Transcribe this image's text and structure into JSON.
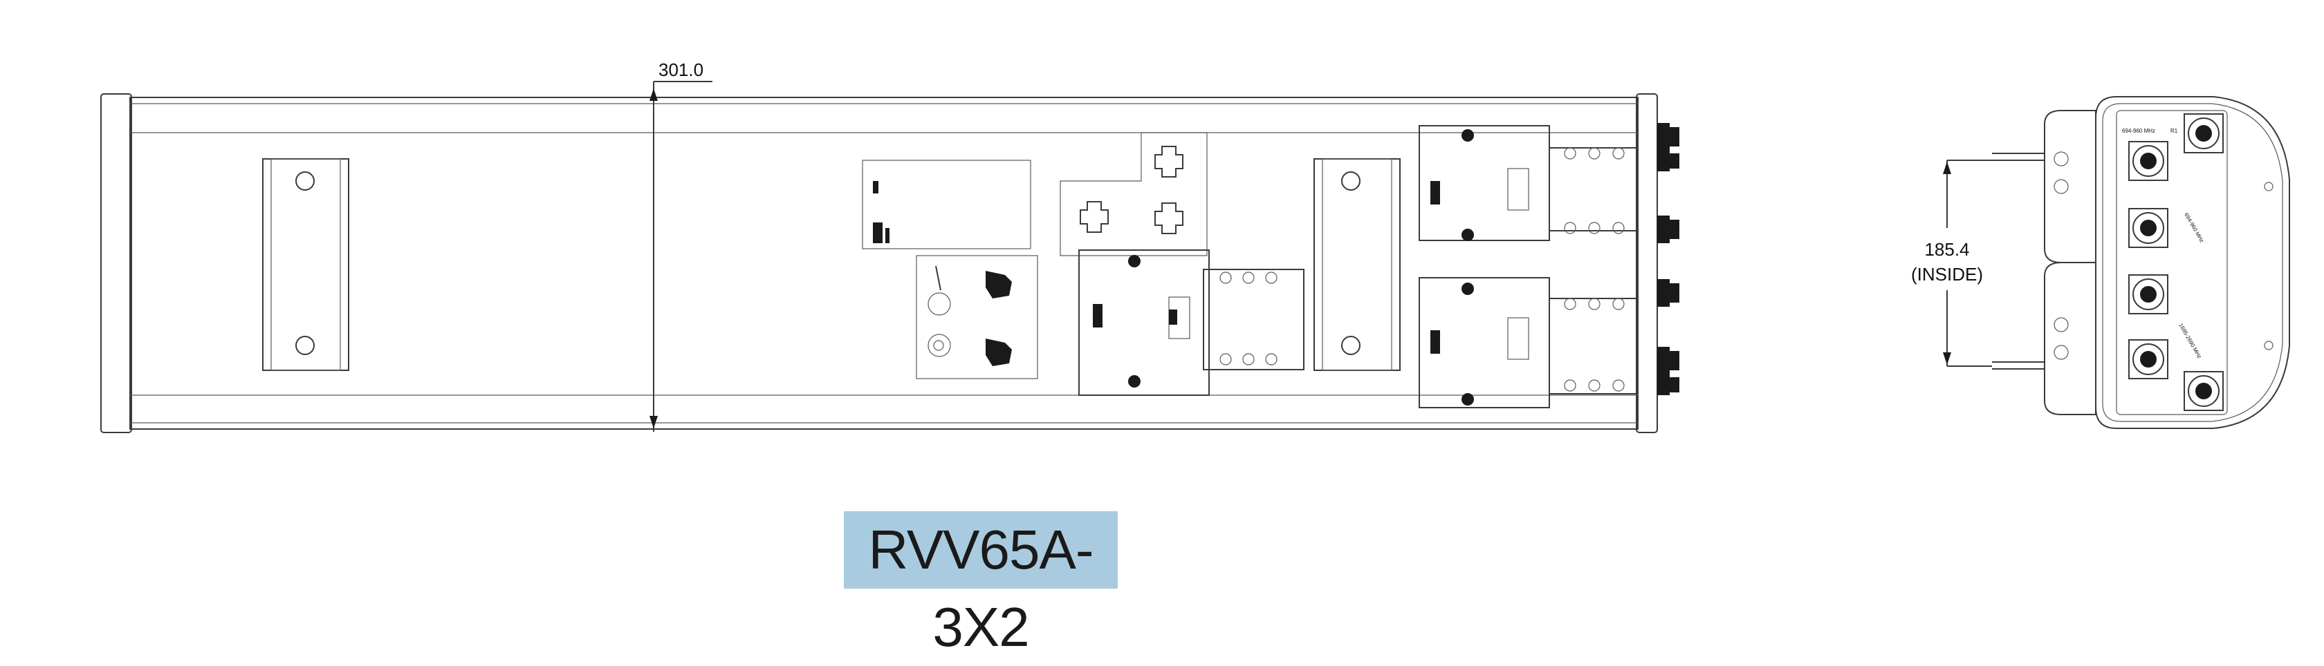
{
  "dimensions": {
    "length": "301.0",
    "inside_value": "185.4",
    "inside_note": "(INSIDE)"
  },
  "ports_top": {
    "band": "694-960 MHz",
    "id": "R1"
  },
  "ports_middle": {
    "band": "694-960 MHz"
  },
  "ports_bottom": {
    "band": "1695-2690 MHz"
  },
  "model": "RVV65A-3X2"
}
